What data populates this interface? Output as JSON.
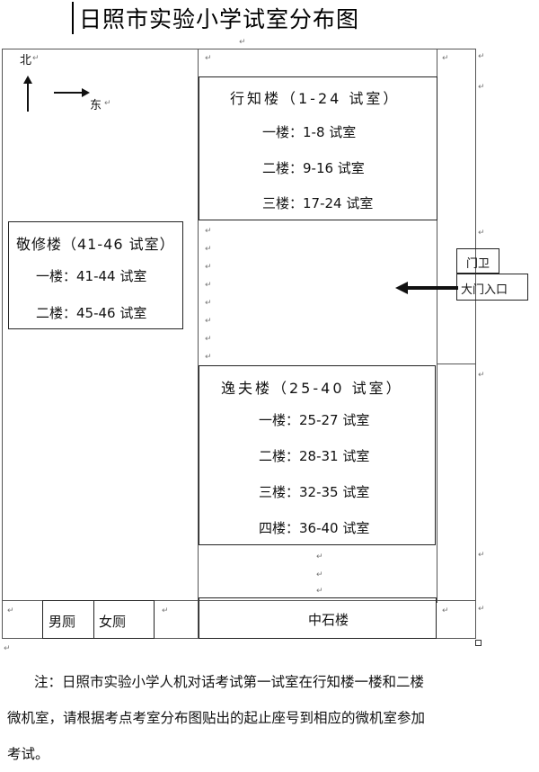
{
  "title": "日照市实验小学试室分布图",
  "compass": {
    "north": "北",
    "east": "东"
  },
  "buildings": {
    "xingzhi": {
      "name": "行知楼（1-24 试室）",
      "floors": [
        "一楼：1-8 试室",
        "二楼：9-16 试室",
        "三楼：17-24 试室"
      ]
    },
    "jingxiu": {
      "name": "敬修楼（41-46 试室）",
      "floors": [
        "一楼：41-44 试室",
        "二楼：45-46 试室"
      ]
    },
    "yifu": {
      "name": "逸夫楼（25-40 试室）",
      "floors": [
        "一楼：25-27 试室",
        "二楼：28-31 试室",
        "三楼：32-35 试室",
        "四楼：36-40 试室"
      ]
    },
    "zhongshi": {
      "name": "中石楼"
    }
  },
  "toilets": {
    "male": "男厕",
    "female": "女厕"
  },
  "gate": {
    "guard": "门卫",
    "entrance": "大门入口"
  },
  "note": {
    "line1": "注：日照市实验小学人机对话考试第一试室在行知楼一楼和二楼",
    "line2": "微机室，请根据考点考室分布图贴出的起止座号到相应的微机室参加",
    "line3": "考试。"
  },
  "colors": {
    "ink": "#111111",
    "line": "#555555",
    "mark": "#777777"
  }
}
